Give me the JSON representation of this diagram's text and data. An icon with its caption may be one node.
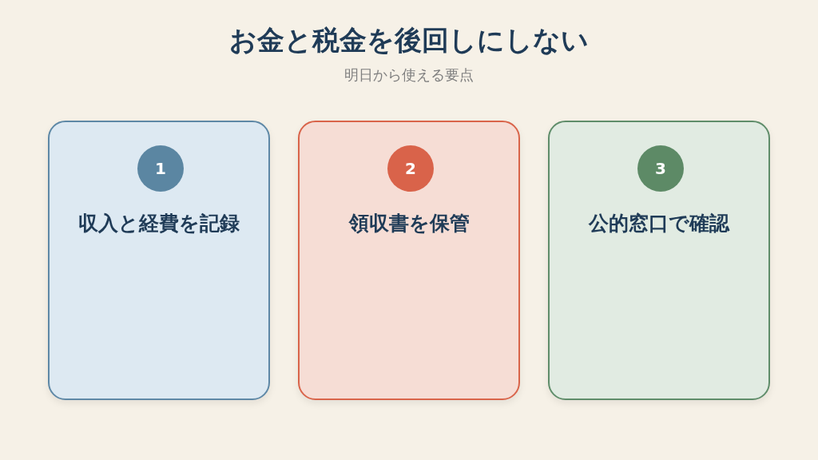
{
  "diagram": {
    "title": "お金と税金を後回しにしない",
    "caption": "明日から使える要点",
    "nodes": [
      {
        "text": [
          "収入と経費を記録"
        ]
      },
      {
        "text": [
          "1"
        ],
        "in": 0
      },
      {
        "text": [
          "領収書を保管"
        ]
      },
      {
        "text": [
          "2"
        ],
        "in": 2
      },
      {
        "text": [
          "公的窓口で確認"
        ]
      },
      {
        "text": [
          "3"
        ],
        "in": 4
      }
    ],
    "edges": []
  }
}
